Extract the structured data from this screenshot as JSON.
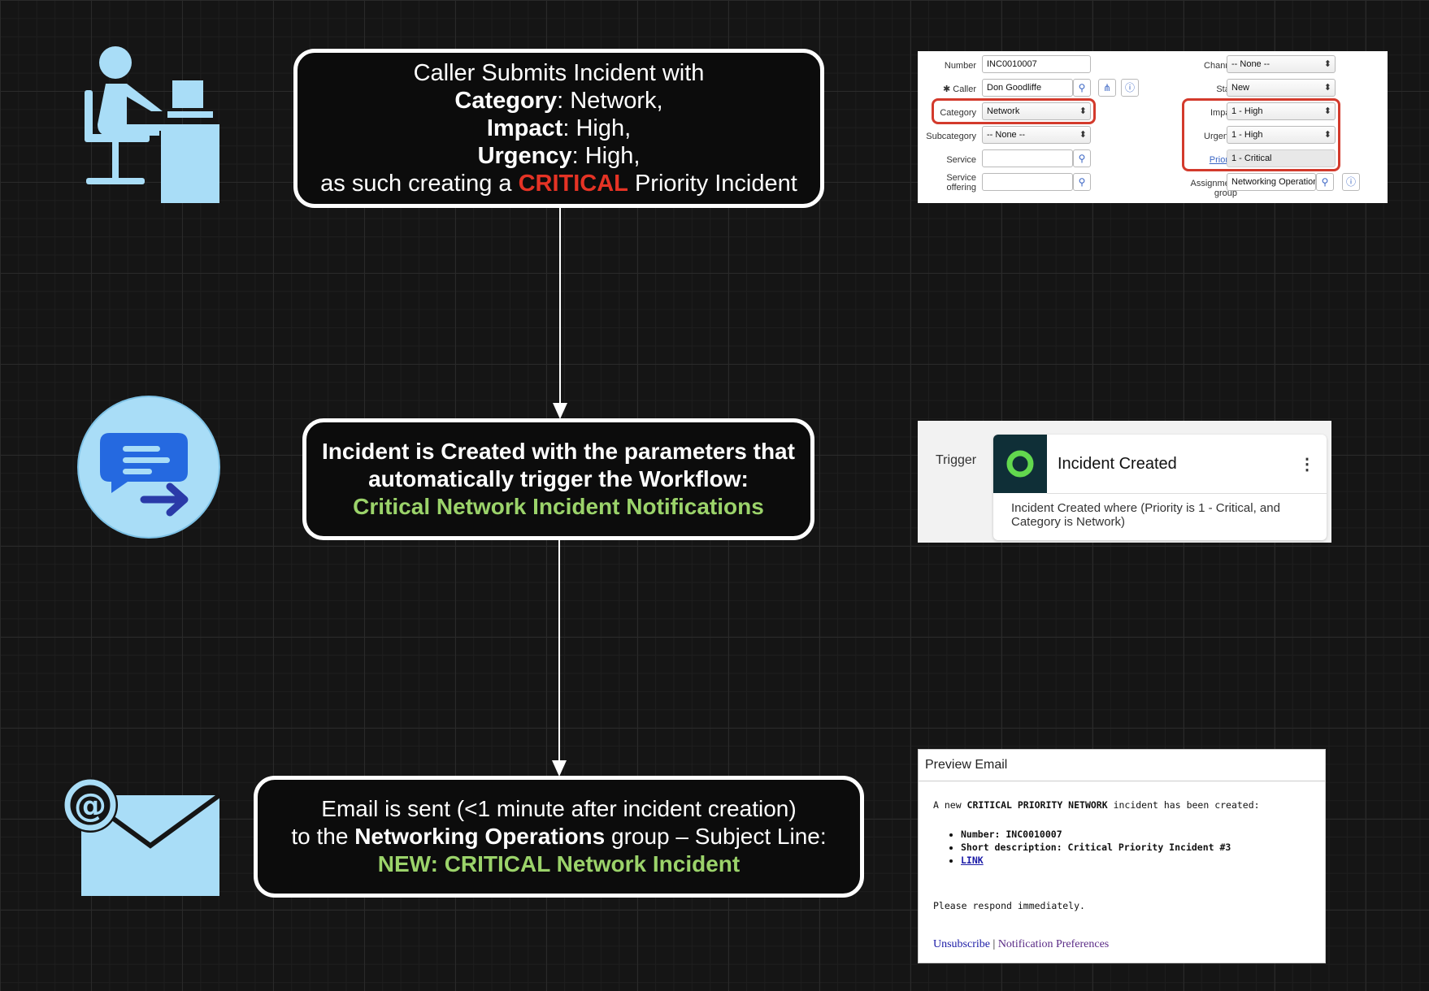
{
  "steps": [
    {
      "line1": "Caller Submits Incident with",
      "category_label": "Category",
      "category_value": ": Network,",
      "impact_label": "Impact",
      "impact_value": ": High,",
      "urgency_label": "Urgency",
      "urgency_value": ": High,",
      "line5_prefix": "as such creating a ",
      "line5_critical": "CRITICAL",
      "line5_suffix": " Priority Incident"
    },
    {
      "line1": "Incident is Created with the parameters that",
      "line2": "automatically trigger the Workflow:",
      "workflow_name": "Critical Network Incident Notifications"
    },
    {
      "line1": "Email is sent (<1 minute after incident creation)",
      "line2_prefix": "to the ",
      "line2_bold": "Networking Operations",
      "line2_suffix": " group – Subject Line:",
      "subject": "NEW: CRITICAL Network Incident"
    }
  ],
  "icons": {
    "step1": "person-at-desk-icon",
    "step2": "message-forward-icon",
    "step3": "email-at-icon"
  },
  "colors": {
    "critical_red": "#e53325",
    "highlight_green": "#9bd36a",
    "icon_blue": "#a9ddf7"
  },
  "form": {
    "number_label": "Number",
    "number_value": "INC0010007",
    "caller_label": "Caller",
    "caller_value": "Don Goodliffe",
    "category_label": "Category",
    "category_value": "Network",
    "subcategory_label": "Subcategory",
    "subcategory_value": "-- None --",
    "service_label": "Service",
    "service_value": "",
    "service_offering_label_1": "Service",
    "service_offering_label_2": "offering",
    "service_offering_value": "",
    "channel_label": "Channel",
    "channel_value": "-- None --",
    "state_label": "State",
    "state_value": "New",
    "impact_label": "Impact",
    "impact_value": "1 - High",
    "urgency_label": "Urgency",
    "urgency_value": "1 - High",
    "priority_label": "Priority",
    "priority_value": "1 - Critical",
    "assignment_label_1": "Assignment",
    "assignment_label_2": "group",
    "assignment_value": "Networking Operations"
  },
  "trigger": {
    "label": "Trigger",
    "title": "Incident Created",
    "description_line1": "Incident Created where (Priority is 1 - Critical, and",
    "description_line2": "Category is Network)"
  },
  "email": {
    "header": "Preview Email",
    "intro_prefix": "A new ",
    "intro_bold": "CRITICAL PRIORITY NETWORK",
    "intro_suffix": " incident has been created:",
    "bullets": [
      "Number: INC0010007",
      "Short description: Critical Priority Incident #3"
    ],
    "link": "LINK",
    "closing": "Please respond immediately.",
    "unsubscribe": "Unsubscribe",
    "separator": " | ",
    "preferences": "Notification Preferences"
  }
}
